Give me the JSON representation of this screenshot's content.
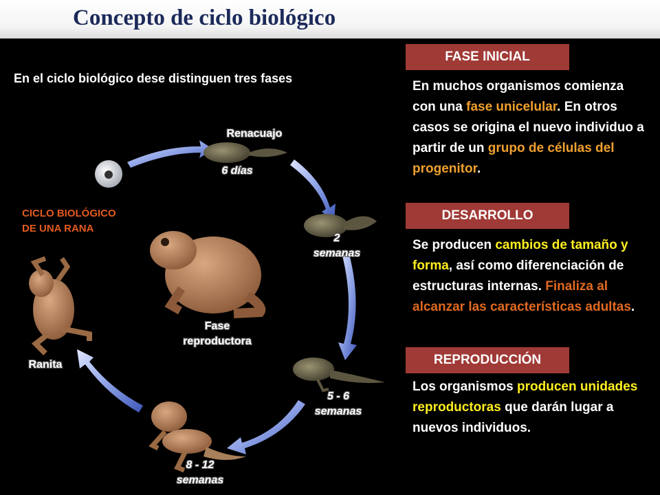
{
  "title": "Concepto de ciclo biológico",
  "intro": "En el ciclo biológico dese distinguen tres fases",
  "cycle_label": [
    "CICLO BIOLÓGICO",
    "DE UNA RANA"
  ],
  "stages": {
    "renacuajo": "Renacuajo",
    "dias6": "6 días",
    "sem2_num": "2",
    "sem2_unit": "semanas",
    "sem56_num": "5 - 6",
    "sem56_unit": "semanas",
    "sem812_num": "8 - 12",
    "sem812_unit": "semanas",
    "ranita": "Ranita",
    "fase_repr_1": "Fase",
    "fase_repr_2": "reproductora"
  },
  "phases": [
    {
      "header": "FASE INICIAL",
      "text": [
        {
          "t": "En muchos organismos comienza con una ",
          "c": ""
        },
        {
          "t": "fase unicelular",
          "c": "orange"
        },
        {
          "t": ".  En otros casos se origina el nuevo individuo a partir de un ",
          "c": ""
        },
        {
          "t": "grupo de células del progenitor",
          "c": "orange"
        },
        {
          "t": ".",
          "c": ""
        }
      ]
    },
    {
      "header": "DESARROLLO",
      "text": [
        {
          "t": "Se producen ",
          "c": ""
        },
        {
          "t": "cambios de tamaño y forma",
          "c": "yellow"
        },
        {
          "t": ", así como diferenciación de estructuras internas. ",
          "c": ""
        },
        {
          "t": "Finaliza al alcanzar las características  adultas",
          "c": "dorange"
        },
        {
          "t": ".",
          "c": ""
        }
      ]
    },
    {
      "header": "REPRODUCCIÓN",
      "text": [
        {
          "t": "Los organismos ",
          "c": ""
        },
        {
          "t": "producen unidades reproductoras",
          "c": "yellow"
        },
        {
          "t": " que darán lugar a nuevos individuos.",
          "c": ""
        }
      ]
    }
  ],
  "colors": {
    "header_bg": "#a03a36",
    "title": "#1c2a5a",
    "highlight_orange": "#f0a030",
    "highlight_yellow": "#ffef20",
    "highlight_dark_orange": "#e06a20",
    "cycle_label": "#e35a20"
  }
}
